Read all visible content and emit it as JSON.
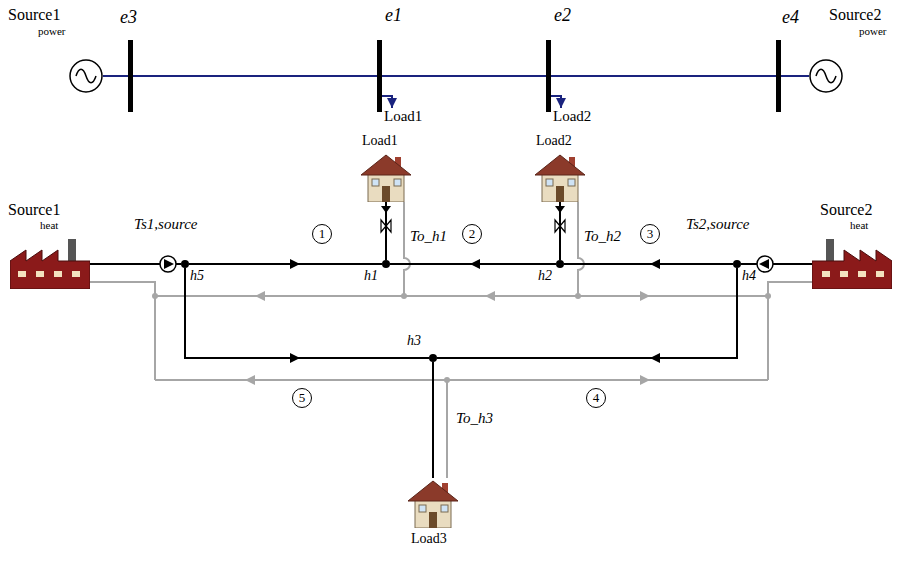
{
  "diagram": {
    "nodes": [
      {
        "text": [
          "Source1",
          "power"
        ]
      },
      {
        "text": [
          "e3"
        ]
      },
      {
        "text": [
          "e1"
        ]
      },
      {
        "text": [
          "e2"
        ]
      },
      {
        "text": [
          "e4"
        ]
      },
      {
        "text": [
          "Source2",
          "power"
        ]
      },
      {
        "text": [
          "Load1"
        ]
      },
      {
        "text": [
          "Load2"
        ]
      },
      {
        "text": [
          "Load1"
        ]
      },
      {
        "text": [
          "Load2"
        ]
      },
      {
        "text": [
          "Source1",
          "heat"
        ]
      },
      {
        "text": [
          "h1"
        ]
      },
      {
        "text": [
          "h2"
        ]
      },
      {
        "text": [
          "h4"
        ]
      },
      {
        "text": [
          "Source2",
          "heat"
        ]
      },
      {
        "text": [
          "h5"
        ]
      },
      {
        "text": [
          "h3"
        ]
      },
      {
        "text": [
          "Load3"
        ]
      }
    ],
    "edges": [
      {
        "from": 0,
        "to": 1,
        "arrow": "none"
      },
      {
        "from": 1,
        "to": 2,
        "arrow": "none"
      },
      {
        "from": 2,
        "to": 3,
        "arrow": "none"
      },
      {
        "from": 3,
        "to": 4,
        "arrow": "none"
      },
      {
        "from": 4,
        "to": 5,
        "arrow": "none"
      },
      {
        "from": 2,
        "to": 6,
        "arrow": "to"
      },
      {
        "from": 3,
        "to": 7,
        "arrow": "to"
      },
      {
        "from": 10,
        "to": 15,
        "arrow": "none"
      },
      {
        "from": 15,
        "to": 11,
        "label": "1",
        "arrow": "to"
      },
      {
        "from": 12,
        "to": 11,
        "label": "2",
        "arrow": "to"
      },
      {
        "from": 13,
        "to": 12,
        "label": "3",
        "arrow": "to"
      },
      {
        "from": 13,
        "to": 16,
        "label": "4",
        "arrow": "to"
      },
      {
        "from": 15,
        "to": 16,
        "label": "5",
        "arrow": "to"
      },
      {
        "from": 14,
        "to": 13,
        "arrow": "none"
      },
      {
        "from": 11,
        "to": 8,
        "arrow": "none"
      },
      {
        "from": 12,
        "to": 9,
        "arrow": "none"
      },
      {
        "from": 16,
        "to": 17,
        "arrow": "none"
      }
    ],
    "labels": [
      "Ts1,source",
      "Ts2,source",
      "To_h1",
      "To_h2",
      "To_h3"
    ]
  }
}
